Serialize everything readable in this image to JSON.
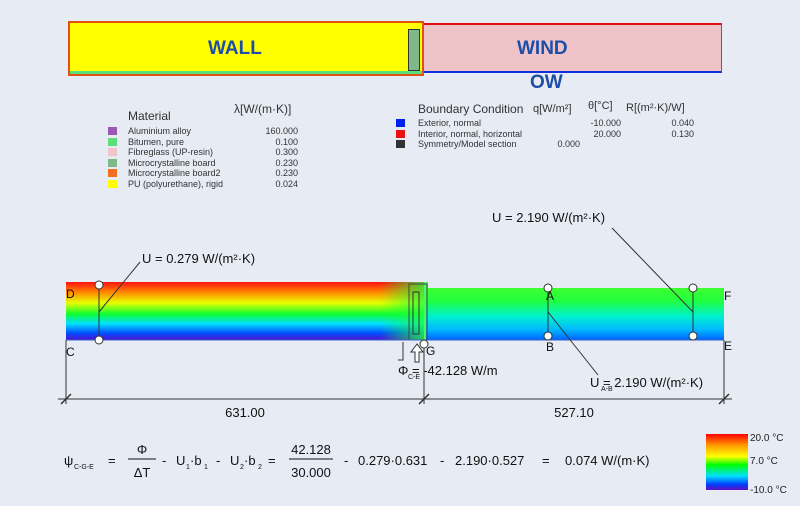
{
  "header": {
    "wall_label": "WALL",
    "window_label_line1": "WIND",
    "window_label_line2": "OW"
  },
  "materials": {
    "title": "Material",
    "lambda_header": "λ[W/(m·K)]",
    "items": [
      {
        "name": "Aluminium alloy",
        "value": "160.000",
        "color": "#9b59b6"
      },
      {
        "name": "Bitumen, pure",
        "value": "0.100",
        "color": "#5dde7a"
      },
      {
        "name": "Fibreglass (UP-resin)",
        "value": "0.300",
        "color": "#f0c4c8"
      },
      {
        "name": "Microcrystalline board",
        "value": "0.230",
        "color": "#7fb889"
      },
      {
        "name": "Microcrystalline board2",
        "value": "0.230",
        "color": "#f07020"
      },
      {
        "name": "PU (polyurethane), rigid",
        "value": "0.024",
        "color": "#ffff00"
      }
    ]
  },
  "boundary": {
    "title": "Boundary Condition",
    "q_header": "q[W/m²]",
    "theta_header": "θ[°C]",
    "r_header": "R[(m²·K)/W]",
    "items": [
      {
        "name": "Exterior, normal",
        "q": "",
        "theta": "-10.000",
        "r": "0.040",
        "color": "#0022ee"
      },
      {
        "name": "Interior, normal, horizontal",
        "q": "",
        "theta": "20.000",
        "r": "0.130",
        "color": "#ee1111"
      },
      {
        "name": "Symmetry/Model section",
        "q": "0.000",
        "theta": "",
        "r": "",
        "color": "#333333"
      }
    ]
  },
  "diagram": {
    "u1_label": "U = 0.279 W/(m²·K)",
    "u2_label": "U = 2.190 W/(m²·K)",
    "uab_label": "U  = 2.190 W/(m²·K)",
    "uab_subscript": "A-B",
    "phi_label": "Φ    = -42.128 W/m",
    "phi_subscript": "C-E",
    "points": {
      "D": "D",
      "C": "C",
      "G": "G",
      "A": "A",
      "B": "B",
      "F": "F",
      "E": "E"
    },
    "dim1": "631.00",
    "dim2": "527.10"
  },
  "formula": {
    "psi": "ψ",
    "psi_sub": "C-G-E",
    "eq": "=",
    "phi": "Φ",
    "dt": "ΔT",
    "u1": "U",
    "u1_sub": "1",
    "b1": "·b",
    "b1_sub": "1",
    "u2": "U",
    "u2_sub": "2",
    "b2": "·b",
    "b2_sub": "2",
    "num": "42.128",
    "den": "30.000",
    "term1": "0.279·0.631",
    "term2": "2.190·0.527",
    "result": "0.074 W/(m·K)"
  },
  "scale": {
    "max": "20.0 °C",
    "mid": "7.0 °C",
    "min": "-10.0 °C"
  }
}
